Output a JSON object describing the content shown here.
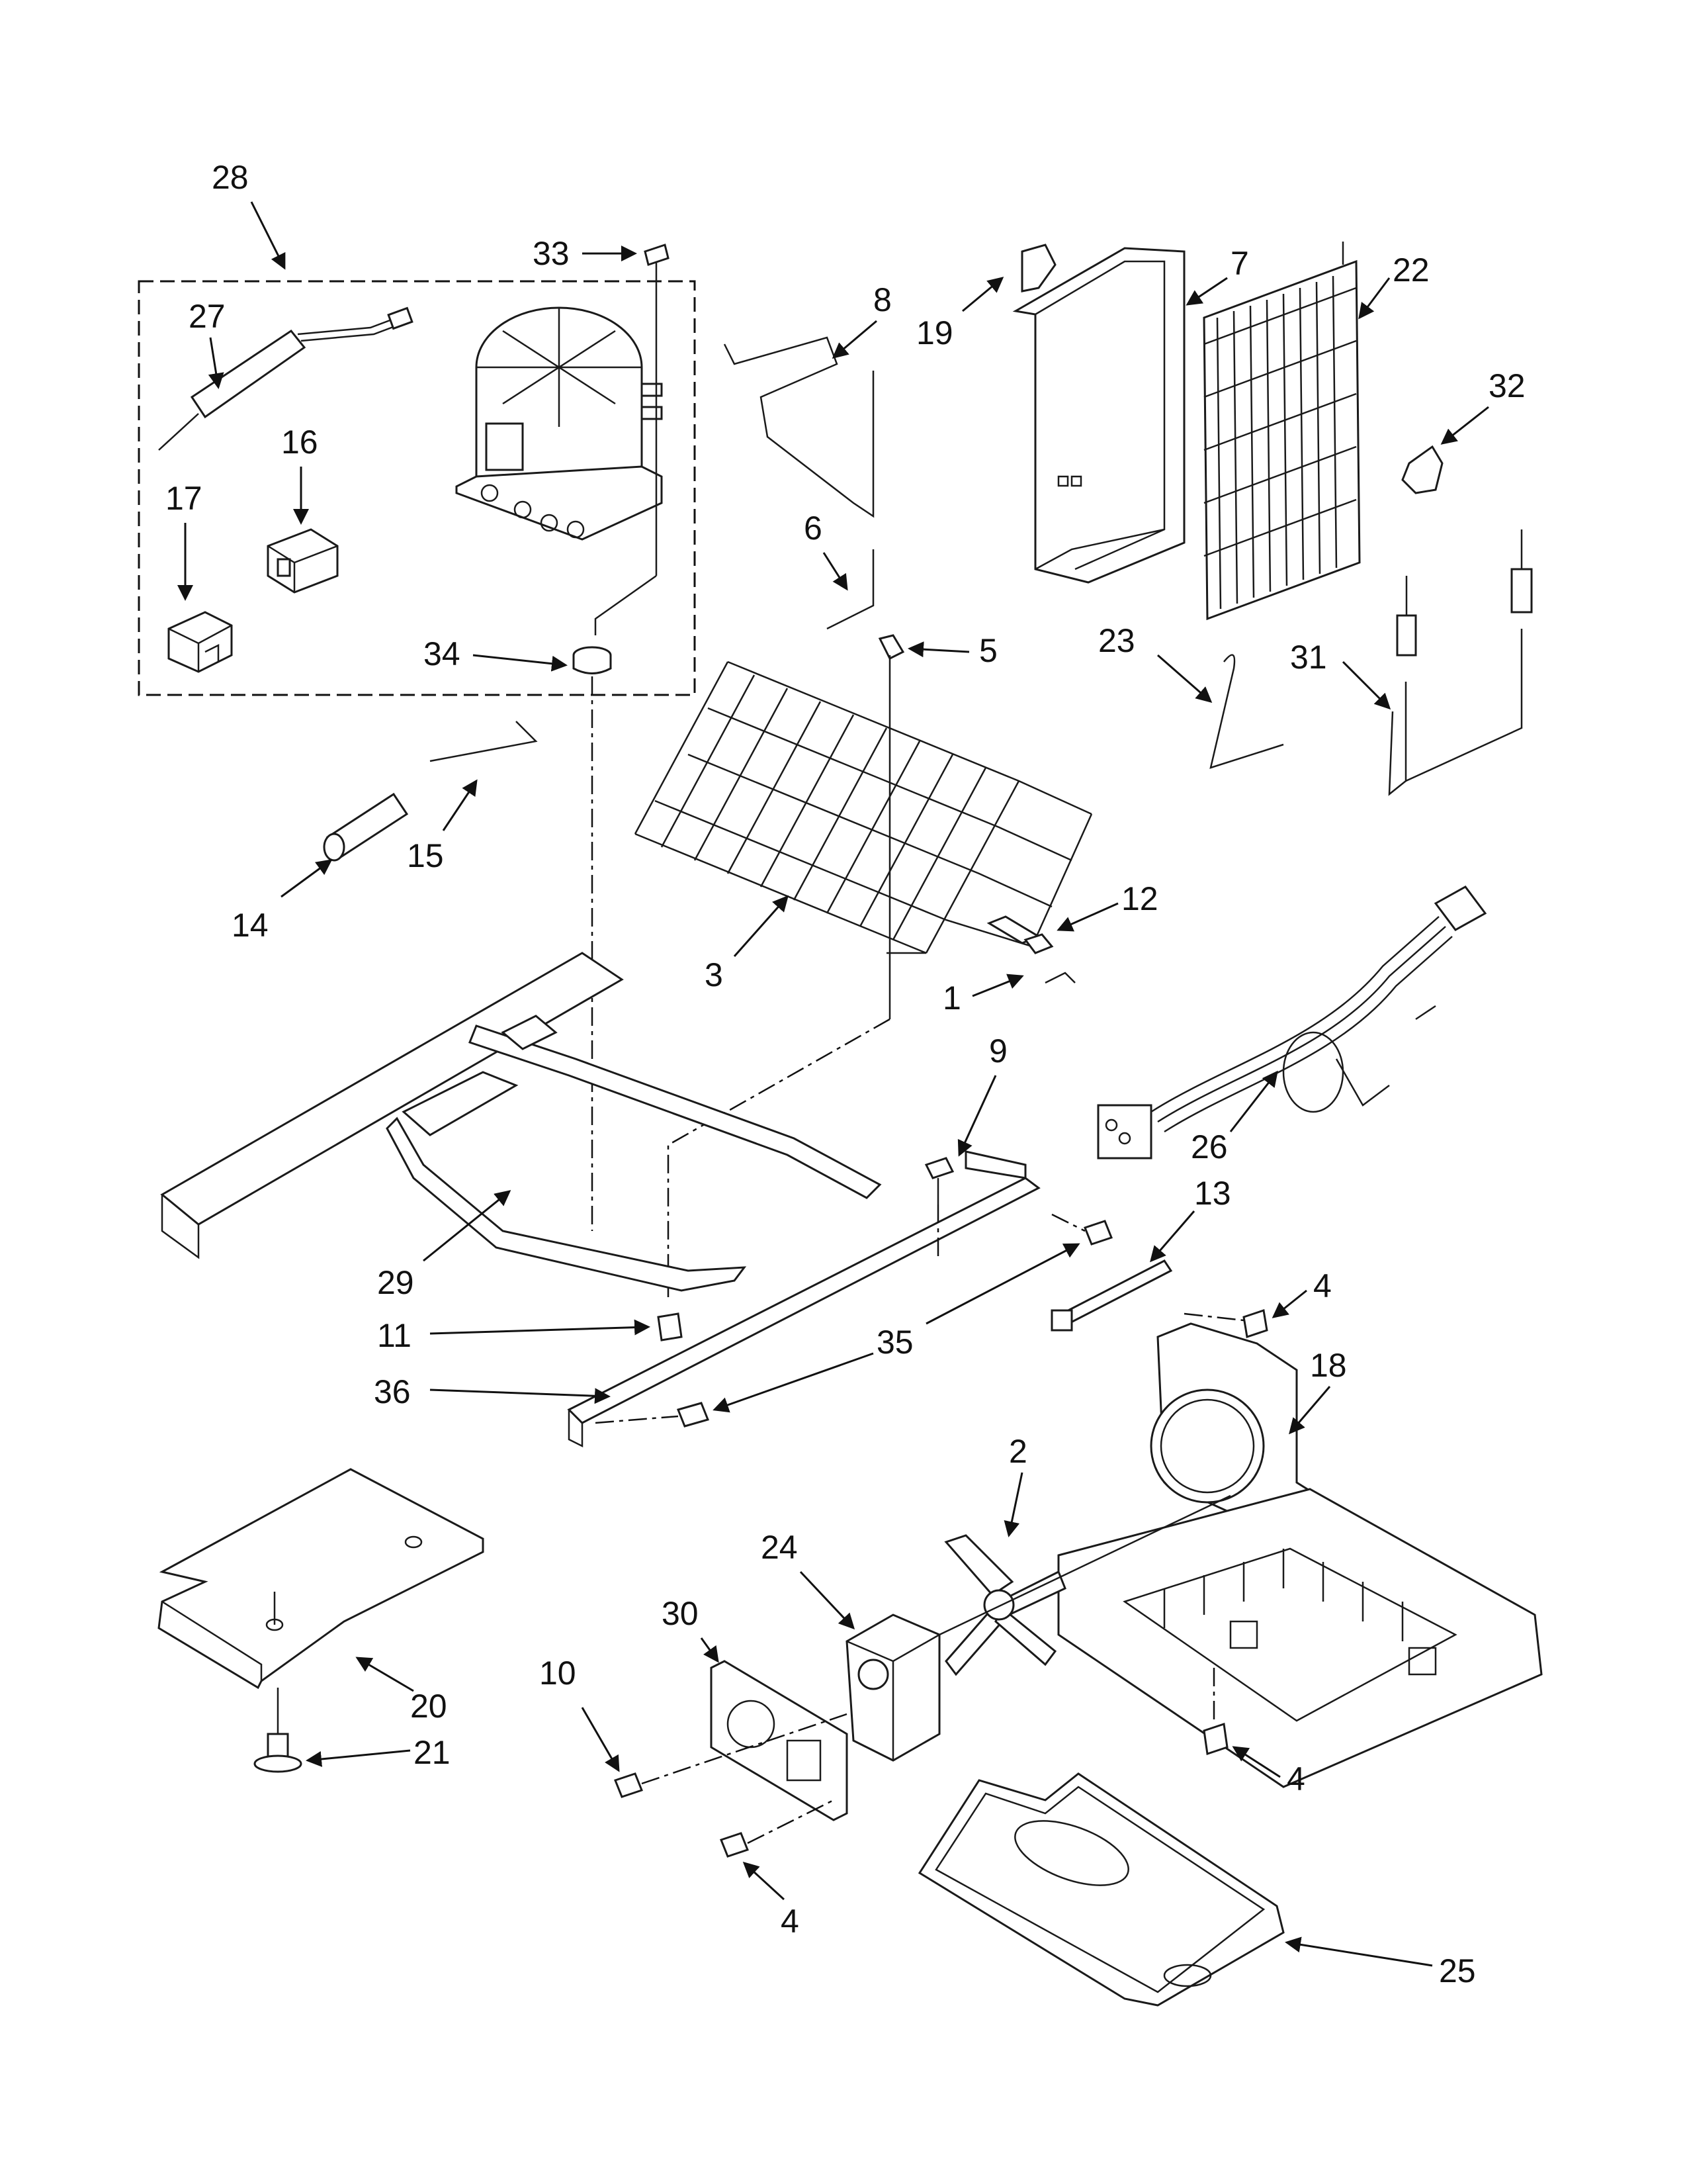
{
  "callouts": {
    "c1": "1",
    "c2": "2",
    "c3": "3",
    "c4a": "4",
    "c4b": "4",
    "c4c": "4",
    "c5": "5",
    "c6": "6",
    "c7": "7",
    "c8": "8",
    "c9": "9",
    "c10": "10",
    "c11": "11",
    "c12": "12",
    "c13": "13",
    "c14": "14",
    "c15": "15",
    "c16": "16",
    "c17": "17",
    "c18": "18",
    "c19": "19",
    "c20": "20",
    "c21": "21",
    "c22": "22",
    "c23": "23",
    "c24": "24",
    "c25": "25",
    "c26": "26",
    "c27": "27",
    "c28": "28",
    "c29": "29",
    "c30": "30",
    "c31": "31",
    "c32": "32",
    "c33": "33",
    "c34": "34",
    "c35": "35",
    "c36": "36"
  },
  "colors": {
    "line": "#111111",
    "background": "#ffffff"
  }
}
